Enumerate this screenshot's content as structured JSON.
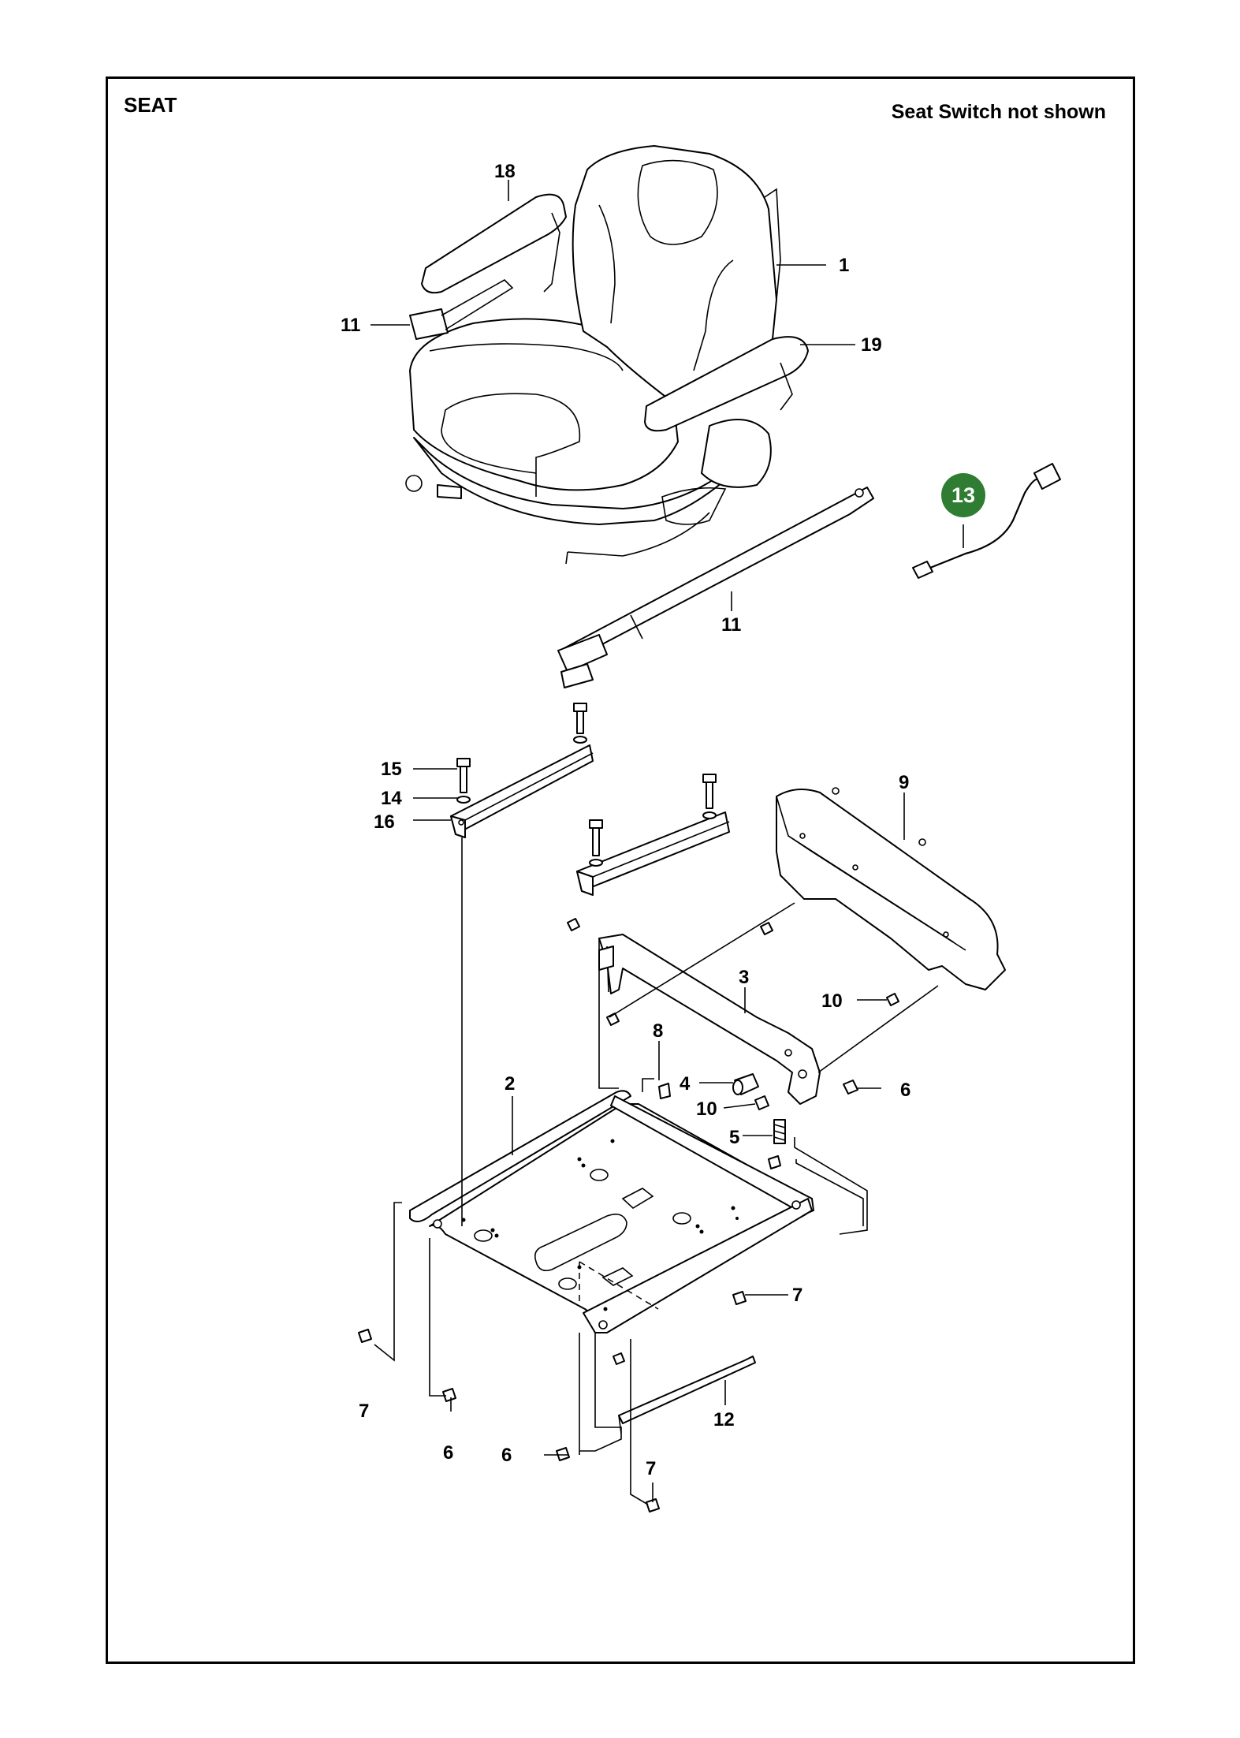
{
  "title": "SEAT",
  "note": "Seat Switch not shown",
  "highlight_color": "#2e7d32",
  "callouts": {
    "c1": "1",
    "c2": "2",
    "c3": "3",
    "c4": "4",
    "c5": "5",
    "c6a": "6",
    "c6b": "6",
    "c6c": "6",
    "c7a": "7",
    "c7b": "7",
    "c7c": "7",
    "c8": "8",
    "c9": "9",
    "c10a": "10",
    "c10b": "10",
    "c11a": "11",
    "c11b": "11",
    "c12": "12",
    "c13": "13",
    "c14": "14",
    "c15": "15",
    "c16": "16",
    "c18": "18",
    "c19": "19"
  }
}
